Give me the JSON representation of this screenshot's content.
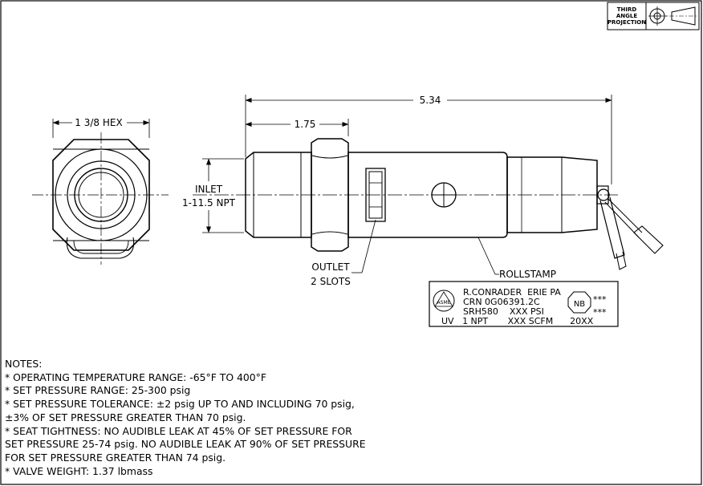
{
  "projection": {
    "line1": "THIRD",
    "line2": "ANGLE",
    "line3": "PROJECTION"
  },
  "dims": {
    "hex": "1 3/8 HEX",
    "overall": "5.34",
    "partial": "1.75"
  },
  "labels": {
    "inlet1": "INLET",
    "inlet2": "1-11.5 NPT",
    "outlet1": "OUTLET",
    "outlet2": "2 SLOTS",
    "rollstamp": "ROLLSTAMP"
  },
  "stamp": {
    "line1": "R.CONRADER  ERIE PA",
    "line2": "CRN 0G06391.2C",
    "line3": "SRH580    XXX PSI",
    "line4": "UV   1 NPT       XXX SCFM      20XX",
    "asme": "ASME",
    "nb": "NB",
    "stars1": "***",
    "stars2": "***"
  },
  "notes": {
    "title": "NOTES:",
    "items": [
      "* OPERATING TEMPERATURE RANGE: -65°F TO 400°F",
      "* SET PRESSURE RANGE: 25-300 psig",
      "* SET PRESSURE TOLERANCE: ±2 psig UP TO AND INCLUDING 70 psig,",
      "±3% OF SET PRESSURE GREATER THAN 70 psig.",
      "* SEAT TIGHTNESS: NO AUDIBLE LEAK AT 45% OF SET PRESSURE FOR",
      "SET PRESSURE 25-74 psig. NO AUDIBLE LEAK AT 90% OF SET PRESSURE",
      "FOR SET PRESSURE GREATER THAN 74 psig.",
      "* VALVE WEIGHT: 1.37 lbmass"
    ]
  }
}
